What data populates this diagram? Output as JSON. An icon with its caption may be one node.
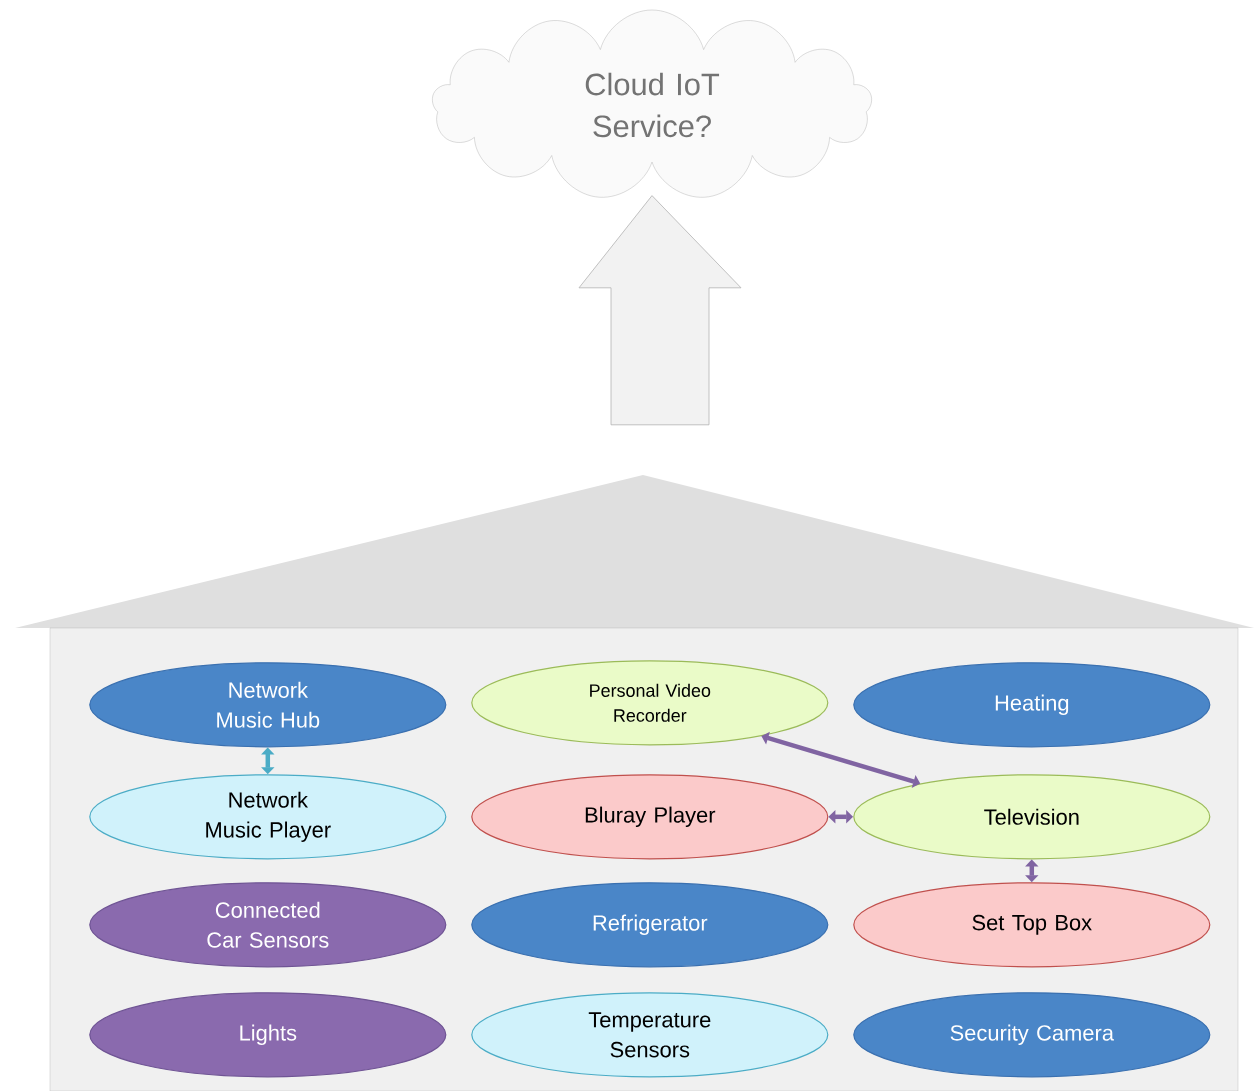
{
  "diagram": {
    "nodes": [
      {
        "text": [
          "Cloud IoT Service?"
        ]
      },
      {
        "text": [],
        "shape": "house"
      },
      {
        "text": [
          "Network Music Hub"
        ],
        "in": 1
      },
      {
        "text": [
          "Personal Video Recorder"
        ],
        "in": 1
      },
      {
        "text": [
          "Heating"
        ],
        "in": 1
      },
      {
        "text": [
          "Network Music Player"
        ],
        "in": 1
      },
      {
        "text": [
          "Bluray Player"
        ],
        "in": 1
      },
      {
        "text": [
          "Television"
        ],
        "in": 1
      },
      {
        "text": [
          "Connected Car Sensors"
        ],
        "in": 1
      },
      {
        "text": [
          "Refrigerator"
        ],
        "in": 1
      },
      {
        "text": [
          "Set Top Box"
        ],
        "in": 1
      },
      {
        "text": [
          "Lights"
        ],
        "in": 1
      },
      {
        "text": [
          "Temperature Sensors"
        ],
        "in": 1
      },
      {
        "text": [
          "Security Camera"
        ],
        "in": 1
      }
    ],
    "edges": [
      {
        "from": 1,
        "to": 0,
        "arrow": "to",
        "style": "thick",
        "color": "#f2f2f2"
      },
      {
        "from": 2,
        "to": 5,
        "arrow": "both",
        "color": "#4bacc6"
      },
      {
        "from": 3,
        "to": 7,
        "arrow": "both"
      },
      {
        "from": 6,
        "to": 7,
        "arrow": "both"
      },
      {
        "from": 7,
        "to": 10,
        "arrow": "both"
      }
    ]
  }
}
